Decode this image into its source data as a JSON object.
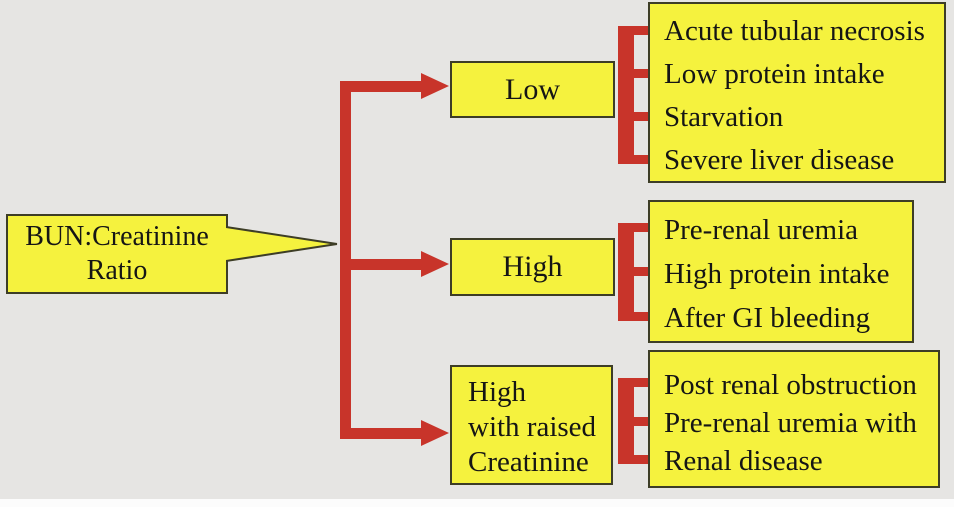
{
  "root": {
    "lines": [
      "BUN:Creatinine",
      "Ratio"
    ]
  },
  "branches": [
    {
      "label_lines": [
        "Low"
      ],
      "items": [
        "Acute tubular necrosis",
        "Low protein intake",
        "Starvation",
        "Severe liver disease"
      ]
    },
    {
      "label_lines": [
        "High"
      ],
      "items": [
        "Pre-renal uremia",
        "High protein intake",
        "After GI bleeding"
      ]
    },
    {
      "label_lines": [
        "High",
        "with raised",
        "Creatinine"
      ],
      "items": [
        "Post renal obstruction",
        "Pre-renal uremia with",
        "Renal disease"
      ]
    }
  ],
  "colors": {
    "background": "#e6e5e3",
    "node_fill": "#f5f23e",
    "node_border": "#3d3d26",
    "connector_red": "#c8342a",
    "text": "#151515"
  }
}
